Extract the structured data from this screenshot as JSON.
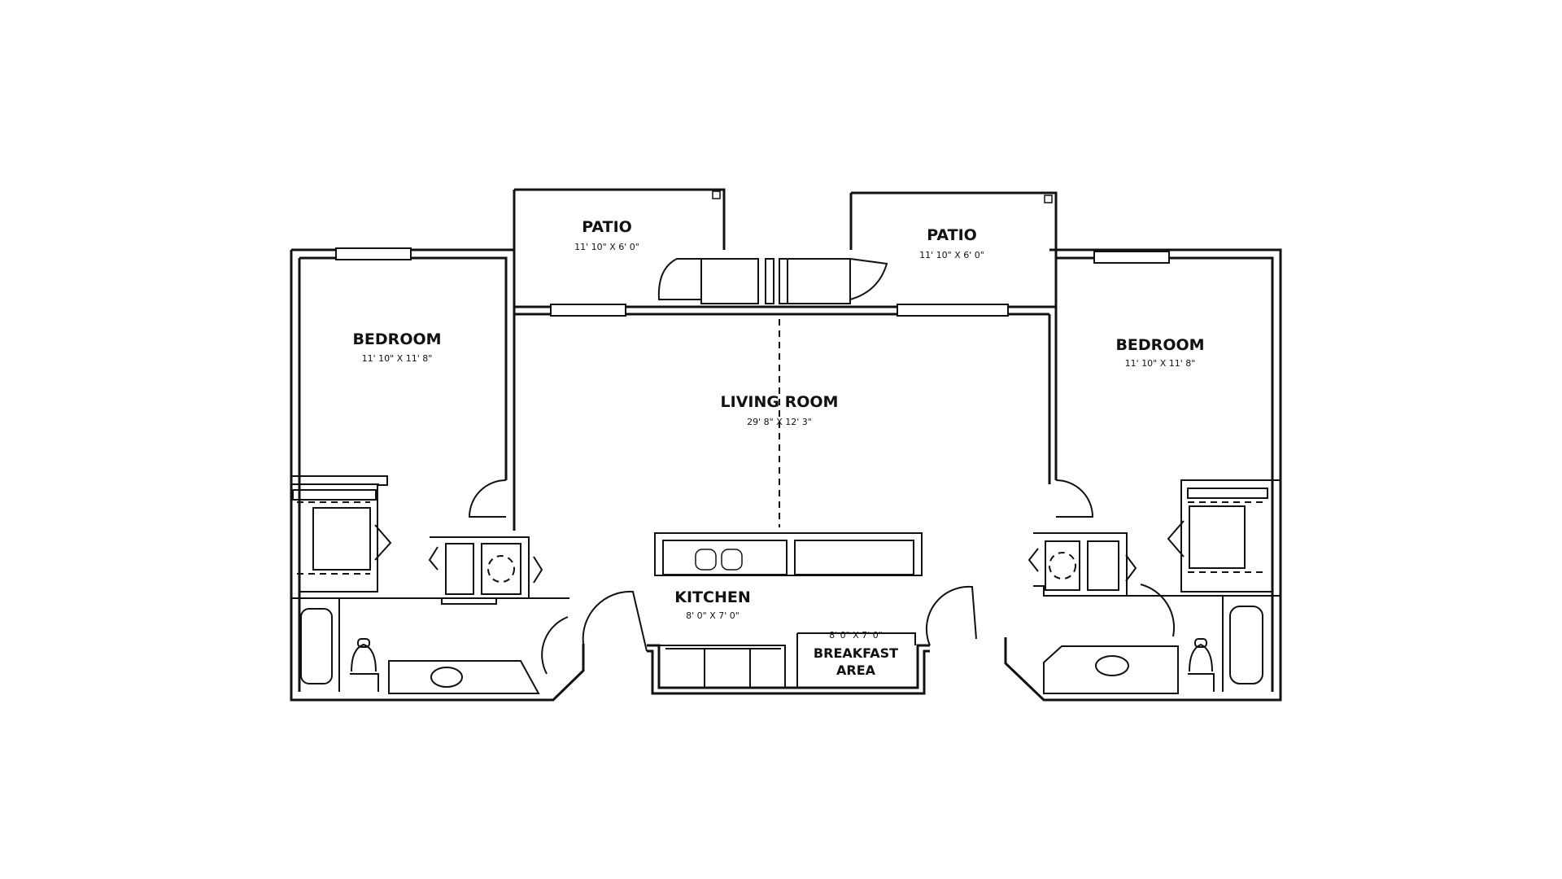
{
  "rooms": {
    "patio_left": {
      "name": "PATIO",
      "dims": "11' 10\" X 6' 0\""
    },
    "patio_right": {
      "name": "PATIO",
      "dims": "11' 10\" X 6' 0\""
    },
    "bedroom_left": {
      "name": "BEDROOM",
      "dims": "11' 10\" X 11' 8\""
    },
    "bedroom_right": {
      "name": "BEDROOM",
      "dims": "11' 10\" X 11' 8\""
    },
    "living_room": {
      "name": "LIVING ROOM",
      "dims": "29' 8\" X 12' 3\""
    },
    "kitchen": {
      "name": "KITCHEN",
      "dims": "8' 0\" X 7' 0\""
    },
    "breakfast": {
      "name_line1": "BREAKFAST",
      "name_line2": "AREA",
      "dims": "8' 0\" X 7' 0\""
    }
  }
}
